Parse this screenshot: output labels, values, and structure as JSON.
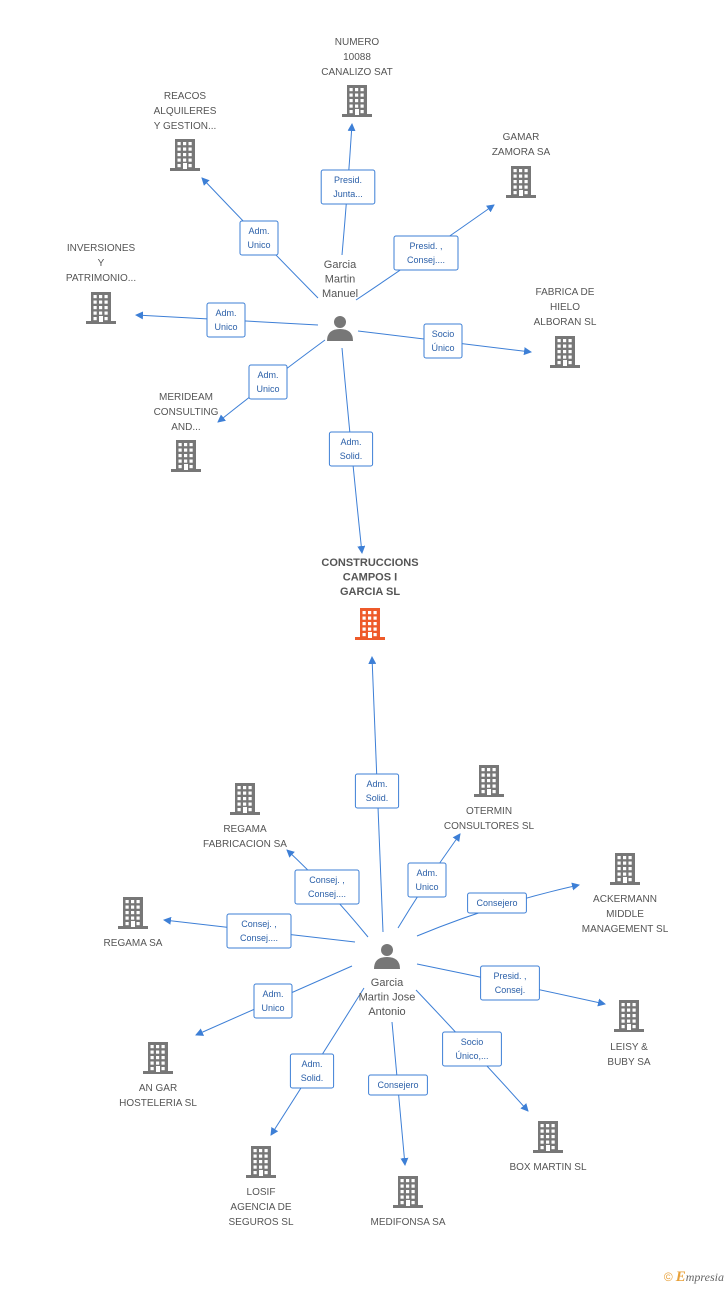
{
  "colors": {
    "edge": "#3d7fd6",
    "building": "#777777",
    "center_building": "#ee5a2a",
    "person": "#777777"
  },
  "nodes": [
    {
      "id": "center",
      "type": "center",
      "icon": "building-icon",
      "lines": [
        "CONSTRUCCIONS",
        "CAMPOS I",
        "GARCIA SL"
      ]
    },
    {
      "id": "p1",
      "type": "person",
      "icon": "person-icon",
      "lines": [
        "Garcia",
        "Martin",
        "Manuel"
      ]
    },
    {
      "id": "p2",
      "type": "person",
      "icon": "person-icon",
      "lines": [
        "Garcia",
        "Martin Jose",
        "Antonio"
      ]
    },
    {
      "id": "n_numero",
      "type": "company",
      "icon": "building-icon",
      "lines": [
        "NUMERO",
        "10088",
        "CANALIZO SAT"
      ]
    },
    {
      "id": "n_reacos",
      "type": "company",
      "icon": "building-icon",
      "lines": [
        "REACOS",
        "ALQUILERES",
        "Y GESTION..."
      ]
    },
    {
      "id": "n_gamar",
      "type": "company",
      "icon": "building-icon",
      "lines": [
        "GAMAR",
        "ZAMORA SA"
      ]
    },
    {
      "id": "n_inversiones",
      "type": "company",
      "icon": "building-icon",
      "lines": [
        "INVERSIONES",
        "Y",
        "PATRIMONIO..."
      ]
    },
    {
      "id": "n_fabrica",
      "type": "company",
      "icon": "building-icon",
      "lines": [
        "FABRICA DE",
        "HIELO",
        "ALBORAN SL"
      ]
    },
    {
      "id": "n_merideam",
      "type": "company",
      "icon": "building-icon",
      "lines": [
        "MERIDEAM",
        "CONSULTING",
        "AND..."
      ]
    },
    {
      "id": "n_otermin",
      "type": "company",
      "icon": "building-icon",
      "lines": [
        "OTERMIN",
        "CONSULTORES SL"
      ]
    },
    {
      "id": "n_regamafab",
      "type": "company",
      "icon": "building-icon",
      "lines": [
        "REGAMA",
        "FABRICACION SA"
      ]
    },
    {
      "id": "n_ackermann",
      "type": "company",
      "icon": "building-icon",
      "lines": [
        "ACKERMANN",
        "MIDDLE",
        "MANAGEMENT SL"
      ]
    },
    {
      "id": "n_regamasa",
      "type": "company",
      "icon": "building-icon",
      "lines": [
        "REGAMA SA"
      ]
    },
    {
      "id": "n_leisy",
      "type": "company",
      "icon": "building-icon",
      "lines": [
        "LEISY &",
        "BUBY SA"
      ]
    },
    {
      "id": "n_angar",
      "type": "company",
      "icon": "building-icon",
      "lines": [
        "AN GAR",
        "HOSTELERIA SL"
      ]
    },
    {
      "id": "n_boxmartin",
      "type": "company",
      "icon": "building-icon",
      "lines": [
        "BOX MARTIN  SL"
      ]
    },
    {
      "id": "n_losif",
      "type": "company",
      "icon": "building-icon",
      "lines": [
        "LOSIF",
        "AGENCIA DE",
        "SEGUROS SL"
      ]
    },
    {
      "id": "n_medifonsa",
      "type": "company",
      "icon": "building-icon",
      "lines": [
        "MEDIFONSA SA"
      ]
    }
  ],
  "edges": [
    {
      "from": "p1",
      "to": "n_numero",
      "label": [
        "Presid.",
        "Junta..."
      ]
    },
    {
      "from": "p1",
      "to": "n_reacos",
      "label": [
        "Adm.",
        "Unico"
      ]
    },
    {
      "from": "p1",
      "to": "n_gamar",
      "label": [
        "Presid. ,",
        "Consej...."
      ]
    },
    {
      "from": "p1",
      "to": "n_inversiones",
      "label": [
        "Adm.",
        "Unico"
      ]
    },
    {
      "from": "p1",
      "to": "n_fabrica",
      "label": [
        "Socio",
        "Único"
      ]
    },
    {
      "from": "p1",
      "to": "n_merideam",
      "label": [
        "Adm.",
        "Unico"
      ]
    },
    {
      "from": "p1",
      "to": "center",
      "label": [
        "Adm.",
        "Solid."
      ]
    },
    {
      "from": "p2",
      "to": "center",
      "label": [
        "Adm.",
        "Solid."
      ]
    },
    {
      "from": "p2",
      "to": "n_otermin",
      "label": [
        "Adm.",
        "Unico"
      ]
    },
    {
      "from": "p2",
      "to": "n_regamafab",
      "label": [
        "Consej. ,",
        "Consej...."
      ]
    },
    {
      "from": "p2",
      "to": "n_ackermann",
      "label": [
        "Consejero"
      ]
    },
    {
      "from": "p2",
      "to": "n_regamasa",
      "label": [
        "Consej. ,",
        "Consej...."
      ]
    },
    {
      "from": "p2",
      "to": "n_leisy",
      "label": [
        "Presid. ,",
        "Consej."
      ]
    },
    {
      "from": "p2",
      "to": "n_angar",
      "label": [
        "Adm.",
        "Unico"
      ]
    },
    {
      "from": "p2",
      "to": "n_boxmartin",
      "label": [
        "Socio",
        "Único,..."
      ]
    },
    {
      "from": "p2",
      "to": "n_losif",
      "label": [
        "Adm.",
        "Solid."
      ]
    },
    {
      "from": "p2",
      "to": "n_medifonsa",
      "label": [
        "Consejero"
      ]
    }
  ],
  "footer": {
    "copyright": "©",
    "brand_initial": "E",
    "brand_rest": "mpresia"
  }
}
